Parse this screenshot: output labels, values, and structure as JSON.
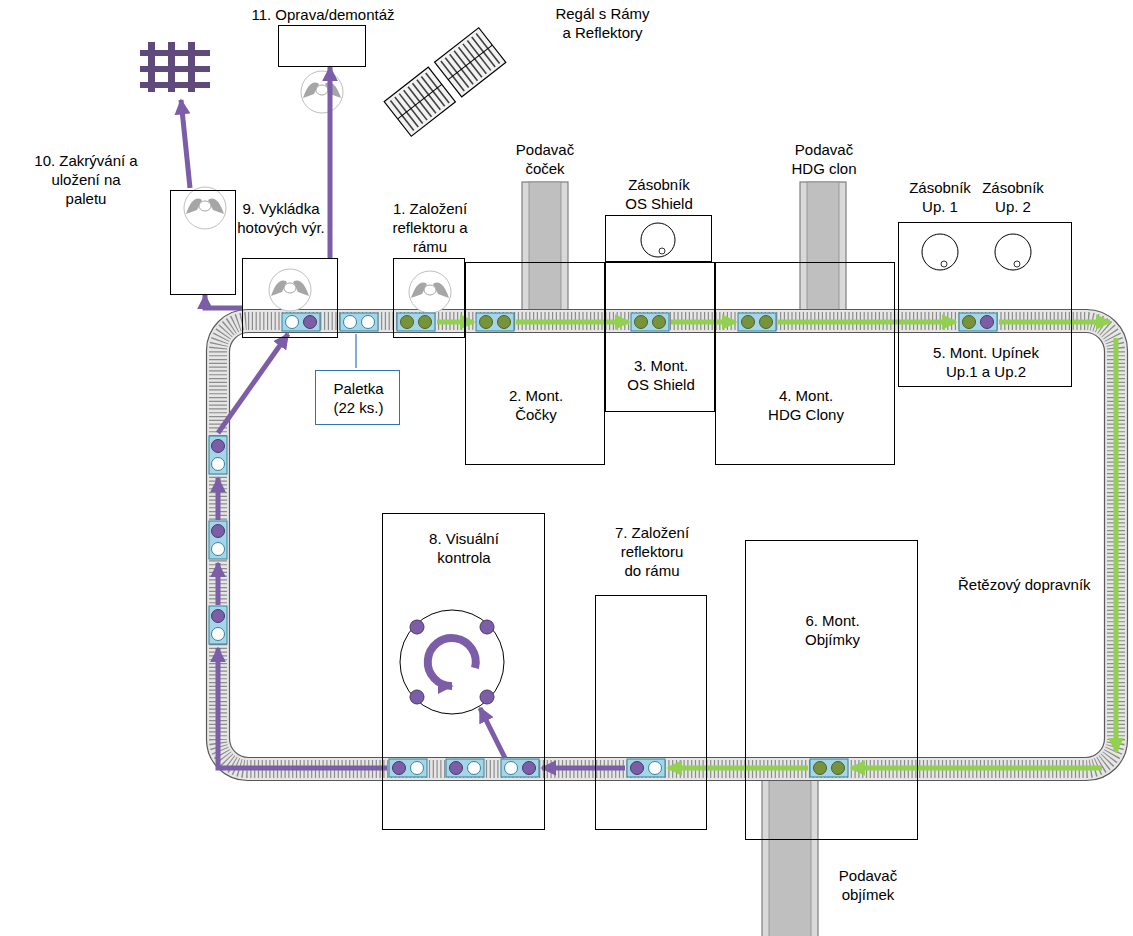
{
  "diagram": {
    "nodes": [
      {
        "text": [
          "11. Oprava/demontáž"
        ]
      },
      {
        "text": [
          "Zásobník OS Shield"
        ]
      },
      {
        "text": [
          "10. Zakrývání a uložení na paletu"
        ]
      },
      {
        "text": [
          "9. Vykládka hotových výr."
        ]
      },
      {
        "text": [
          "1. Založení reflektoru a rámu"
        ]
      },
      {
        "text": [
          "2. Mont. Čočky"
        ]
      },
      {
        "text": [
          "3. Mont. OS Shield"
        ]
      },
      {
        "text": [
          "4. Mont. HDG Clony"
        ]
      },
      {
        "text": [
          "5. Mont. Upínek Up.1 a Up.2"
        ]
      },
      {
        "text": [
          "Paletka (22 ks.)"
        ]
      },
      {
        "text": [
          "8. Visuální kontrola"
        ]
      },
      {
        "text": [
          "7. Založení reflektoru do rámu"
        ]
      },
      {
        "text": [
          "6. Mont. Objímky"
        ]
      }
    ],
    "edges": [
      {
        "from": 3,
        "to": 0,
        "arrow": "to"
      },
      {
        "from": 3,
        "to": 2,
        "arrow": "to"
      }
    ],
    "labels": [
      "Regál s Rámy a Reflektory",
      "Podavač čoček",
      "Podavač HDG clon",
      "Zásobník Up. 1",
      "Zásobník Up. 2",
      "Řetězový dopravník",
      "Podavač objímek"
    ]
  }
}
